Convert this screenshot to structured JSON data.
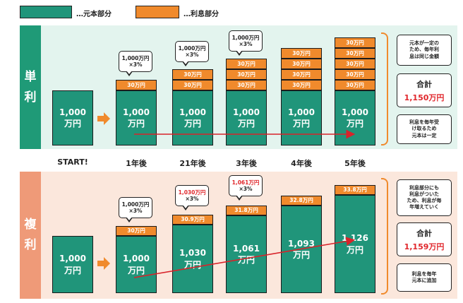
{
  "legend": [
    {
      "label": "…元本部分",
      "color": "#20957a"
    },
    {
      "label": "…利息部分",
      "color": "#f08a2c"
    }
  ],
  "x_labels": [
    "START!",
    "1年後",
    "21年後",
    "3年後",
    "4年後",
    "5年後"
  ],
  "simple": {
    "tab": "単利",
    "start_base": "1,000\n万円",
    "bars": [
      {
        "base": "1,000\n万円",
        "segments": [
          "30万円"
        ]
      },
      {
        "base": "1,000\n万円",
        "segments": [
          "30万円",
          "30万円"
        ]
      },
      {
        "base": "1,000\n万円",
        "segments": [
          "30万円",
          "30万円",
          "30万円"
        ]
      },
      {
        "base": "1,000\n万円",
        "segments": [
          "30万円",
          "30万円",
          "30万円",
          "30万円"
        ]
      },
      {
        "base": "1,000\n万円",
        "segments": [
          "30万円",
          "30万円",
          "30万円",
          "30万円",
          "30万円"
        ]
      }
    ],
    "bubbles": [
      {
        "line1": "1,000万円",
        "line2": "×3%"
      },
      {
        "line1": "1,000万円",
        "line2": "×3%"
      },
      {
        "line1": "1,000万円",
        "line2": "×3%"
      }
    ],
    "note_top": "元本が一定の\nため、毎年利\n息は同じ金額",
    "total_label": "合計",
    "total_value": "1,150万円",
    "note_bottom": "利息を毎年受\nけ取るため\n元本は一定"
  },
  "compound": {
    "tab": "複利",
    "start_base": "1,000\n万円",
    "bars": [
      {
        "base": "1,000\n万円",
        "segment": "30万円"
      },
      {
        "base": "1,030\n万円",
        "segment": "30.9万円"
      },
      {
        "base": "1,061\n万円",
        "segment": "31.8万円"
      },
      {
        "base": "1,093\n万円",
        "segment": "32.8万円"
      },
      {
        "base": "1,126\n万円",
        "segment": "33.8万円"
      }
    ],
    "bubbles": [
      {
        "line1": "1,000万円",
        "line2": "×3%"
      },
      {
        "line1": "1,030万円",
        "line2": "×3%"
      },
      {
        "line1": "1,061万円",
        "line2": "×3%"
      }
    ],
    "note_top": "利息部分にも\n利息がついた\nため、利息が毎\n年増えていく",
    "total_label": "合計",
    "total_value": "1,159万円",
    "note_bottom": "利息を毎年\n元本に追加"
  }
}
